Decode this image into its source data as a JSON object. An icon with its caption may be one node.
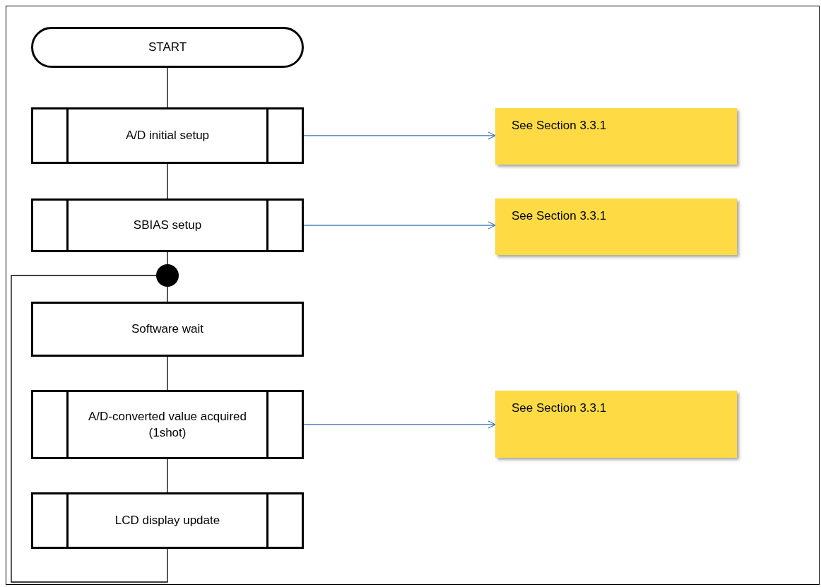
{
  "diagram": {
    "nodes": [
      {
        "text": [
          "START"
        ]
      },
      {
        "text": [
          "A/D initial setup"
        ]
      },
      {
        "text": [
          "SBIAS setup"
        ]
      },
      {
        "text": [],
        "shape": "circle"
      },
      {
        "text": [
          "Software wait"
        ]
      },
      {
        "text": [
          "A/D-converted value acquired (1shot)"
        ]
      },
      {
        "text": [
          "LCD display update"
        ]
      },
      {
        "text": [
          "See Section 3.3.1"
        ]
      },
      {
        "text": [
          "See Section 3.3.1"
        ]
      },
      {
        "text": [
          "See Section 3.3.1"
        ]
      }
    ],
    "edges": [
      {
        "from": 0,
        "to": 1,
        "arrow": "none"
      },
      {
        "from": 1,
        "to": 2,
        "arrow": "none"
      },
      {
        "from": 2,
        "to": 3,
        "arrow": "none"
      },
      {
        "from": 3,
        "to": 4,
        "arrow": "none"
      },
      {
        "from": 4,
        "to": 5,
        "arrow": "none"
      },
      {
        "from": 5,
        "to": 6,
        "arrow": "none"
      },
      {
        "from": 6,
        "to": 3,
        "arrow": "none"
      },
      {
        "from": 1,
        "to": 7,
        "arrow": "to",
        "color": "#4a7ebb"
      },
      {
        "from": 2,
        "to": 8,
        "arrow": "to",
        "color": "#4a7ebb"
      },
      {
        "from": 5,
        "to": 9,
        "arrow": "to",
        "color": "#4a7ebb"
      }
    ]
  }
}
